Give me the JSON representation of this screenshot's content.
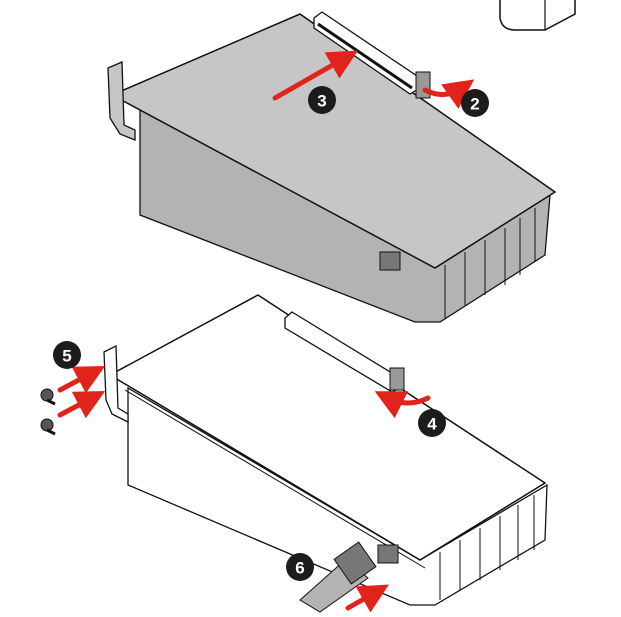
{
  "steps": {
    "step2": "2",
    "step3": "3",
    "step4": "4",
    "step5": "5",
    "step6": "6"
  },
  "colors": {
    "arrow": "#e1241b",
    "badge": "#1c1c1c",
    "card_top_gray": "#c6c6c6",
    "card_side_gray": "#b3b3b3",
    "outline": "#111111"
  }
}
